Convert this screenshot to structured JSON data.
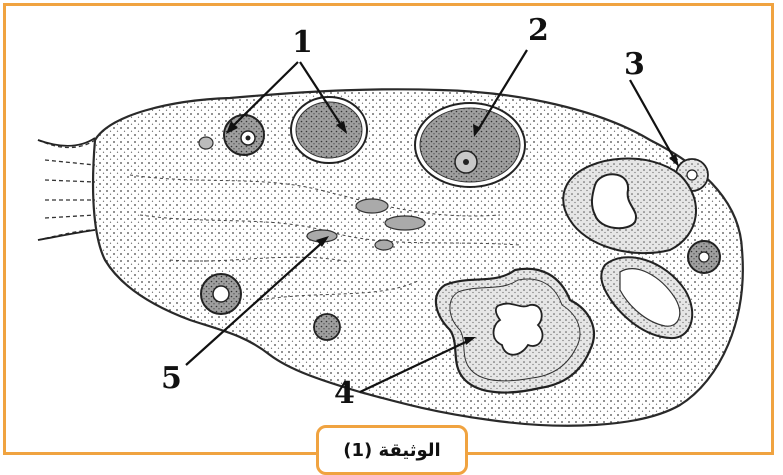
{
  "labels": {
    "l1": "1",
    "l2": "2",
    "l3": "3",
    "l4": "4",
    "l5": "5"
  },
  "caption": "الوثيقة (1)",
  "colors": {
    "frame": "#f0a340",
    "stroke": "#2a2a2a",
    "fill_gray": "#9a9a9a",
    "fill_light": "#c8c8c8"
  }
}
